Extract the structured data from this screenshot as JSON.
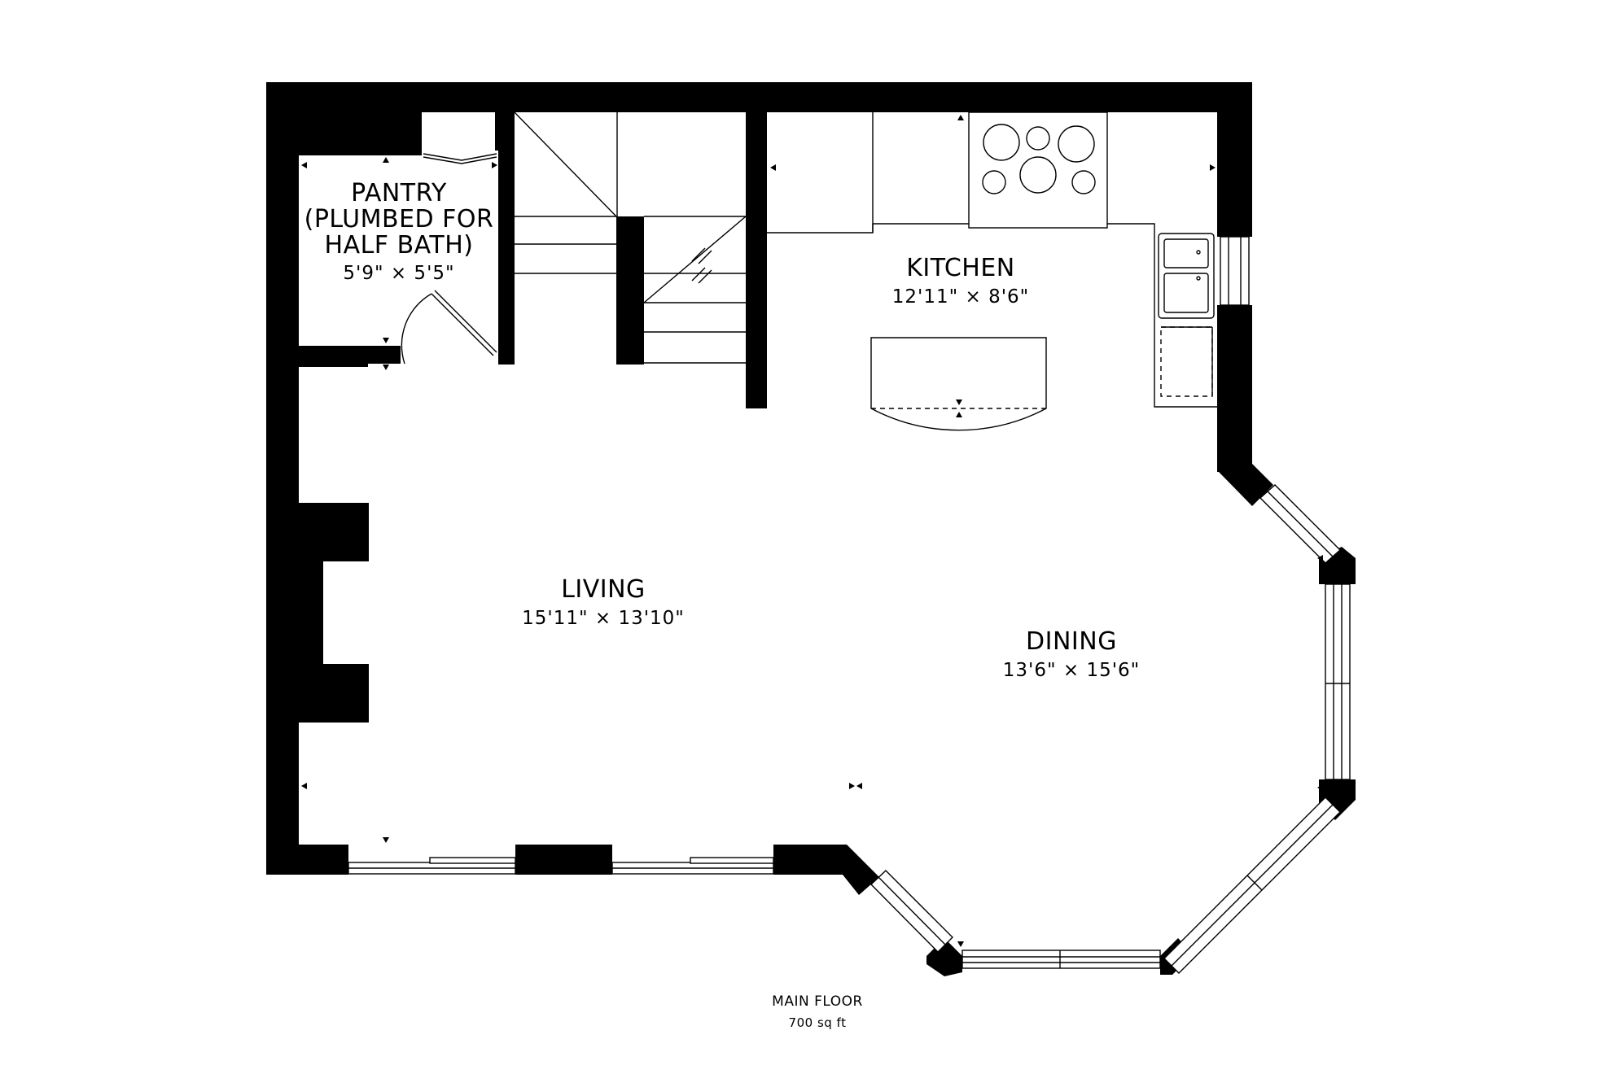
{
  "rooms": {
    "pantry": {
      "name_lines": [
        "PANTRY",
        "(PLUMBED FOR",
        "HALF BATH)"
      ],
      "dims": "5'9\" × 5'5\""
    },
    "kitchen": {
      "name": "KITCHEN",
      "dims": "12'11\" × 8'6\""
    },
    "living": {
      "name": "LIVING",
      "dims": "15'11\" × 13'10\""
    },
    "dining": {
      "name": "DINING",
      "dims": "13'6\" × 15'6\""
    }
  },
  "floor": {
    "name": "MAIN FLOOR",
    "area": "700 sq ft"
  },
  "colors": {
    "wall": "#000000",
    "background": "#ffffff"
  }
}
